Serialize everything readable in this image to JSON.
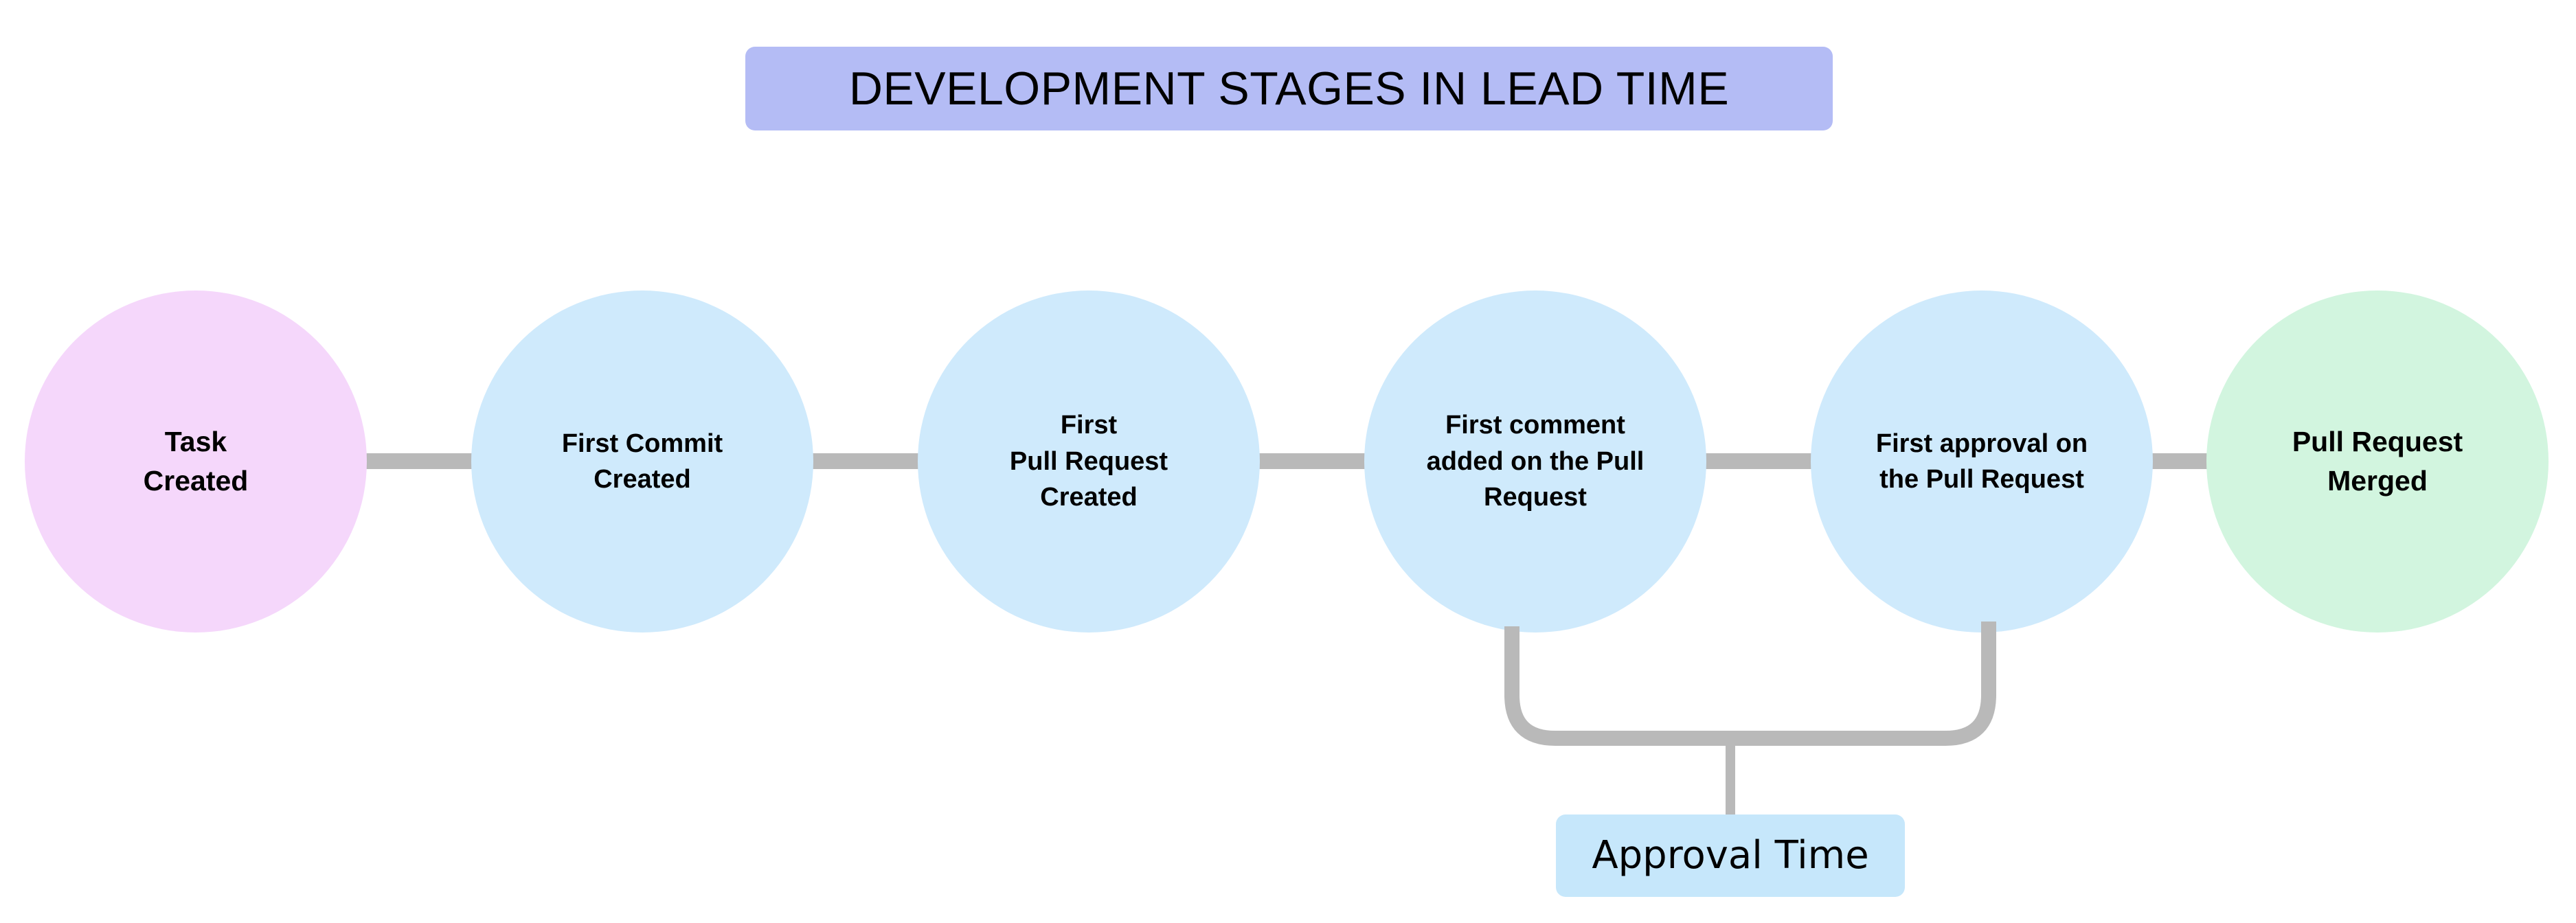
{
  "title": {
    "text": "DEVELOPMENT STAGES IN LEAD TIME",
    "background": "#b4bcf5"
  },
  "colors": {
    "start_node": "#f5d7fb",
    "middle_node": "#cfeafc",
    "end_node": "#d2f5df",
    "connector": "#b9b9b9",
    "annotation_box": "#c6e7fb",
    "text": "#000000",
    "page_background": "#ffffff"
  },
  "stages": [
    {
      "id": "task-created",
      "label": "Task\nCreated",
      "color": "#f5d7fb"
    },
    {
      "id": "first-commit",
      "label": "First Commit\nCreated",
      "color": "#cfeafc"
    },
    {
      "id": "first-pull-request",
      "label": "First\nPull Request\nCreated",
      "color": "#cfeafc"
    },
    {
      "id": "first-comment",
      "label": "First comment\nadded on the Pull\nRequest",
      "color": "#cfeafc"
    },
    {
      "id": "first-approval",
      "label": "First approval on\nthe Pull Request",
      "color": "#cfeafc"
    },
    {
      "id": "pull-request-merged",
      "label": "Pull Request\nMerged",
      "color": "#d2f5df"
    }
  ],
  "annotations": [
    {
      "id": "approval-time",
      "label": "Approval Time",
      "from_stage": "first-comment",
      "to_stage": "first-approval",
      "background": "#c6e7fb"
    }
  ]
}
